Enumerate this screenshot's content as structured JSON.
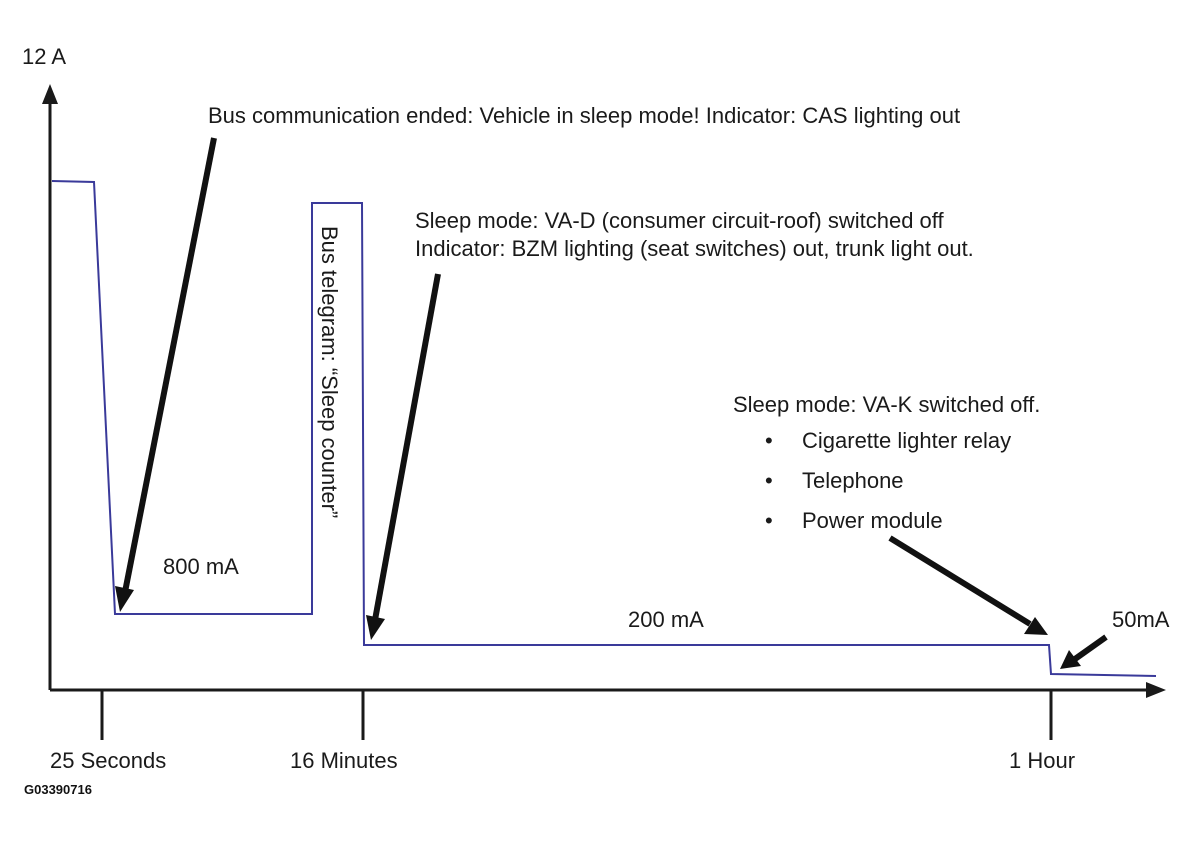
{
  "figure_code": "G03390716",
  "y_axis": {
    "top_label": "12 A"
  },
  "x_axis": {
    "ticks": [
      {
        "label": "25 Seconds"
      },
      {
        "label": "16 Minutes"
      },
      {
        "label": "1 Hour"
      }
    ]
  },
  "current_levels": {
    "level_800": "800 mA",
    "level_200": "200 mA",
    "level_50": "50mA"
  },
  "annotations": {
    "bus_comm_ended": "Bus communication ended:  Vehicle in sleep mode! Indicator: CAS lighting out",
    "bus_telegram": "Bus telegram: “Sleep counter”",
    "sleep_vad_line1": "Sleep mode: VA-D (consumer circuit-roof) switched off",
    "sleep_vad_line2": "Indicator: BZM lighting (seat switches) out, trunk light out.",
    "sleep_vak_title": "Sleep mode: VA-K switched off.",
    "sleep_vak_items": [
      "Cigarette lighter relay",
      "Telephone",
      "Power module"
    ]
  },
  "colors": {
    "trace": "#3a3a9a",
    "axis": "#1a1a1a",
    "arrow": "#111111"
  }
}
